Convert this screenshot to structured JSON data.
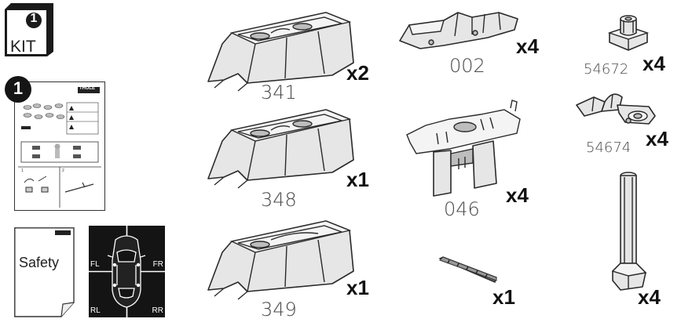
{
  "step": {
    "number": "1",
    "label": "KIT"
  },
  "manual_step_number": "1",
  "brand": "THULE",
  "safety": {
    "label": "Safety"
  },
  "positions": {
    "fl": "FL",
    "fr": "FR",
    "rl": "RL",
    "rr": "RR"
  },
  "parts": [
    {
      "code": "341",
      "qty": "x2"
    },
    {
      "code": "348",
      "qty": "x1"
    },
    {
      "code": "349",
      "qty": "x1"
    },
    {
      "code": "002",
      "qty": "x4"
    },
    {
      "code": "046",
      "qty": "x4"
    },
    {
      "code": "",
      "qty": "x1"
    },
    {
      "code": "54672",
      "qty": "x4"
    },
    {
      "code": "54674",
      "qty": "x4"
    },
    {
      "code": "",
      "qty": "x4"
    }
  ],
  "colors": {
    "background": "#ffffff",
    "ink": "#2a2a2a",
    "part_fill": "#e6e6e6"
  }
}
